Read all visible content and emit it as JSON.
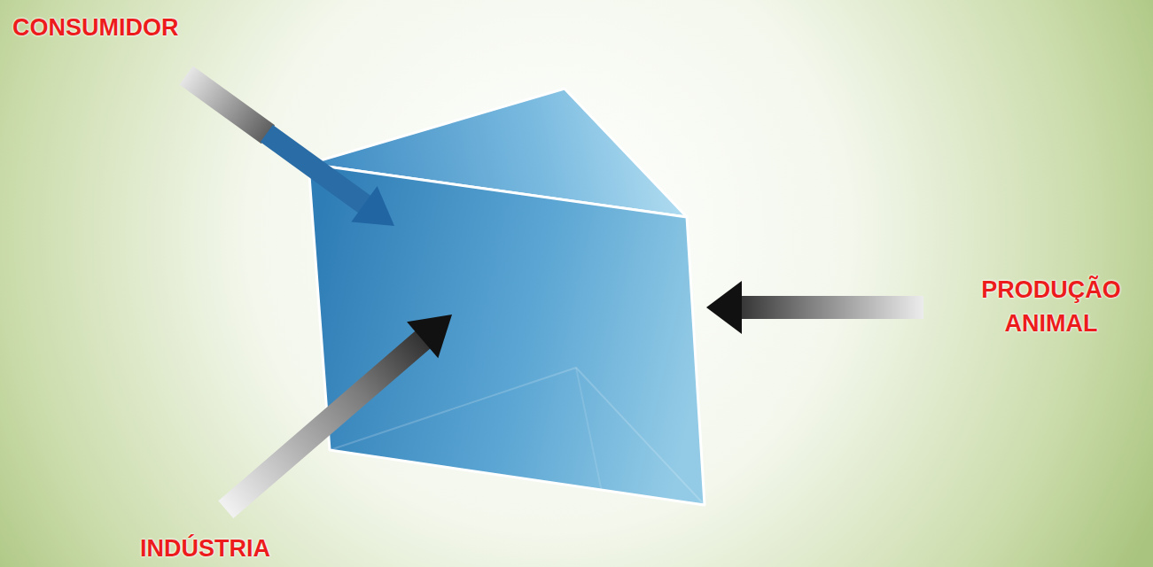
{
  "diagram": {
    "labels": [
      "CONSUMIDOR",
      "PRODUÇÃO ANIMAL",
      "INDÚSTRIA"
    ]
  }
}
